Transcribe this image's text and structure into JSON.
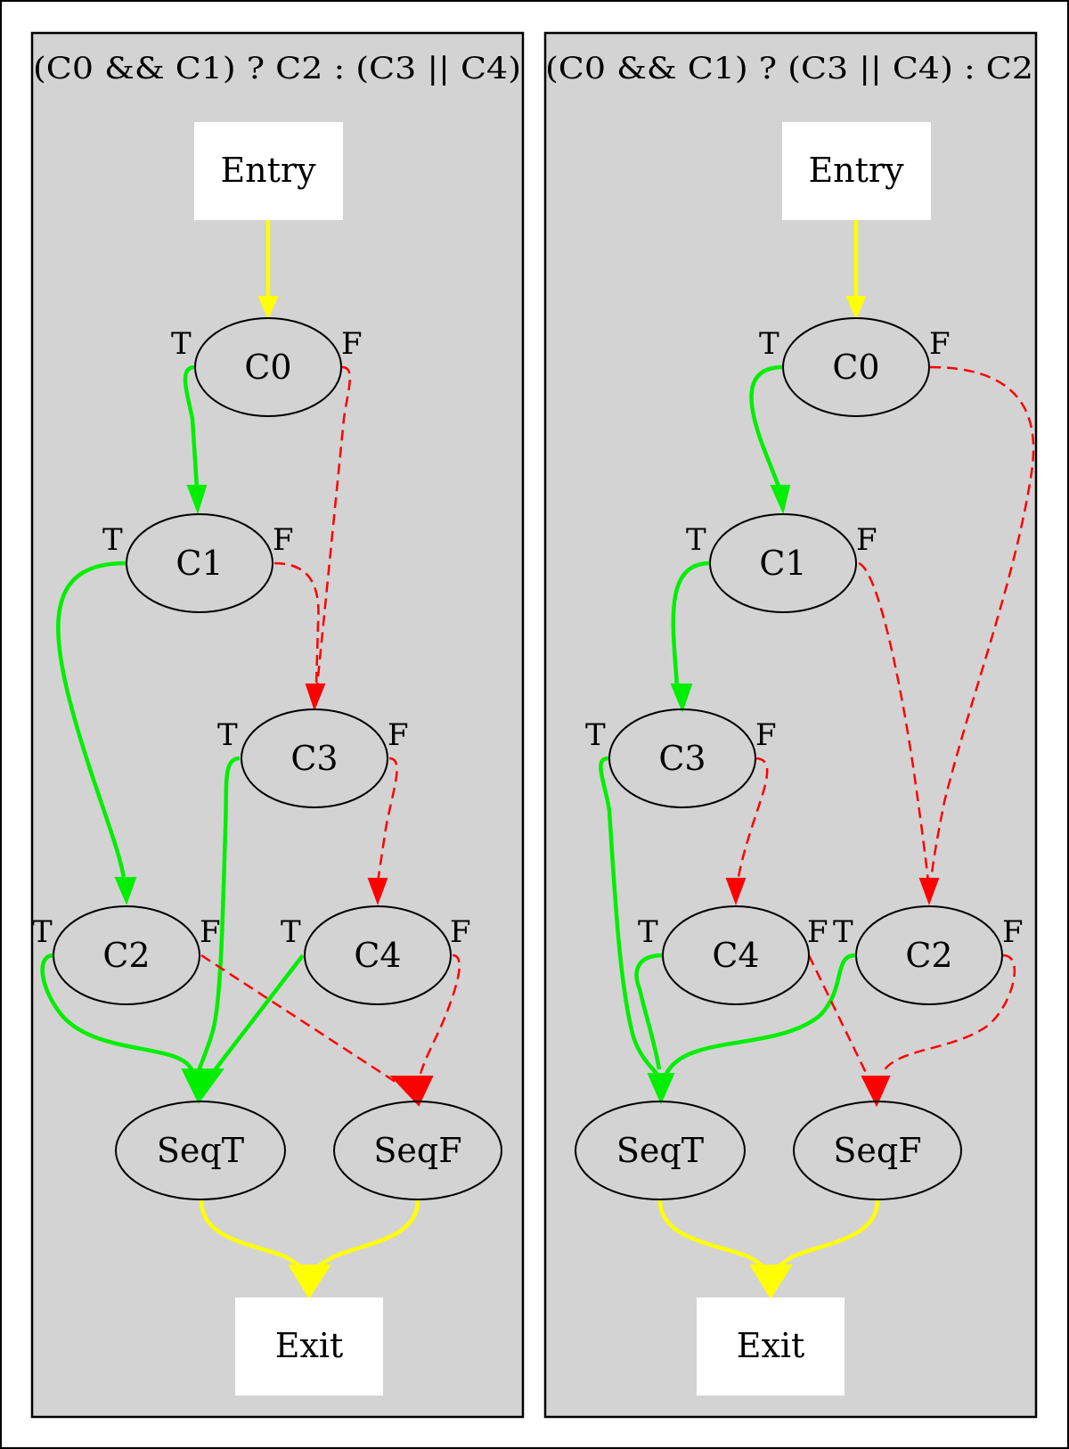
{
  "left": {
    "title": "(C0 && C1) ? C2 : (C3 || C4)",
    "nodes": {
      "entry": "Entry",
      "c0": "C0",
      "c1": "C1",
      "c2": "C2",
      "c3": "C3",
      "c4": "C4",
      "seqt": "SeqT",
      "seqf": "SeqF",
      "exit": "Exit"
    }
  },
  "right": {
    "title": "(C0 && C1) ? (C3 || C4) : C2",
    "nodes": {
      "entry": "Entry",
      "c0": "C0",
      "c1": "C1",
      "c2": "C2",
      "c3": "C3",
      "c4": "C4",
      "seqt": "SeqT",
      "seqf": "SeqF",
      "exit": "Exit"
    }
  },
  "branch_labels": {
    "true": "T",
    "false": "F"
  },
  "edge_colors": {
    "flow": "#ffff00",
    "true": "#00ee00",
    "false": "#ff0000"
  },
  "cluster_fill": "#d3d3d3"
}
